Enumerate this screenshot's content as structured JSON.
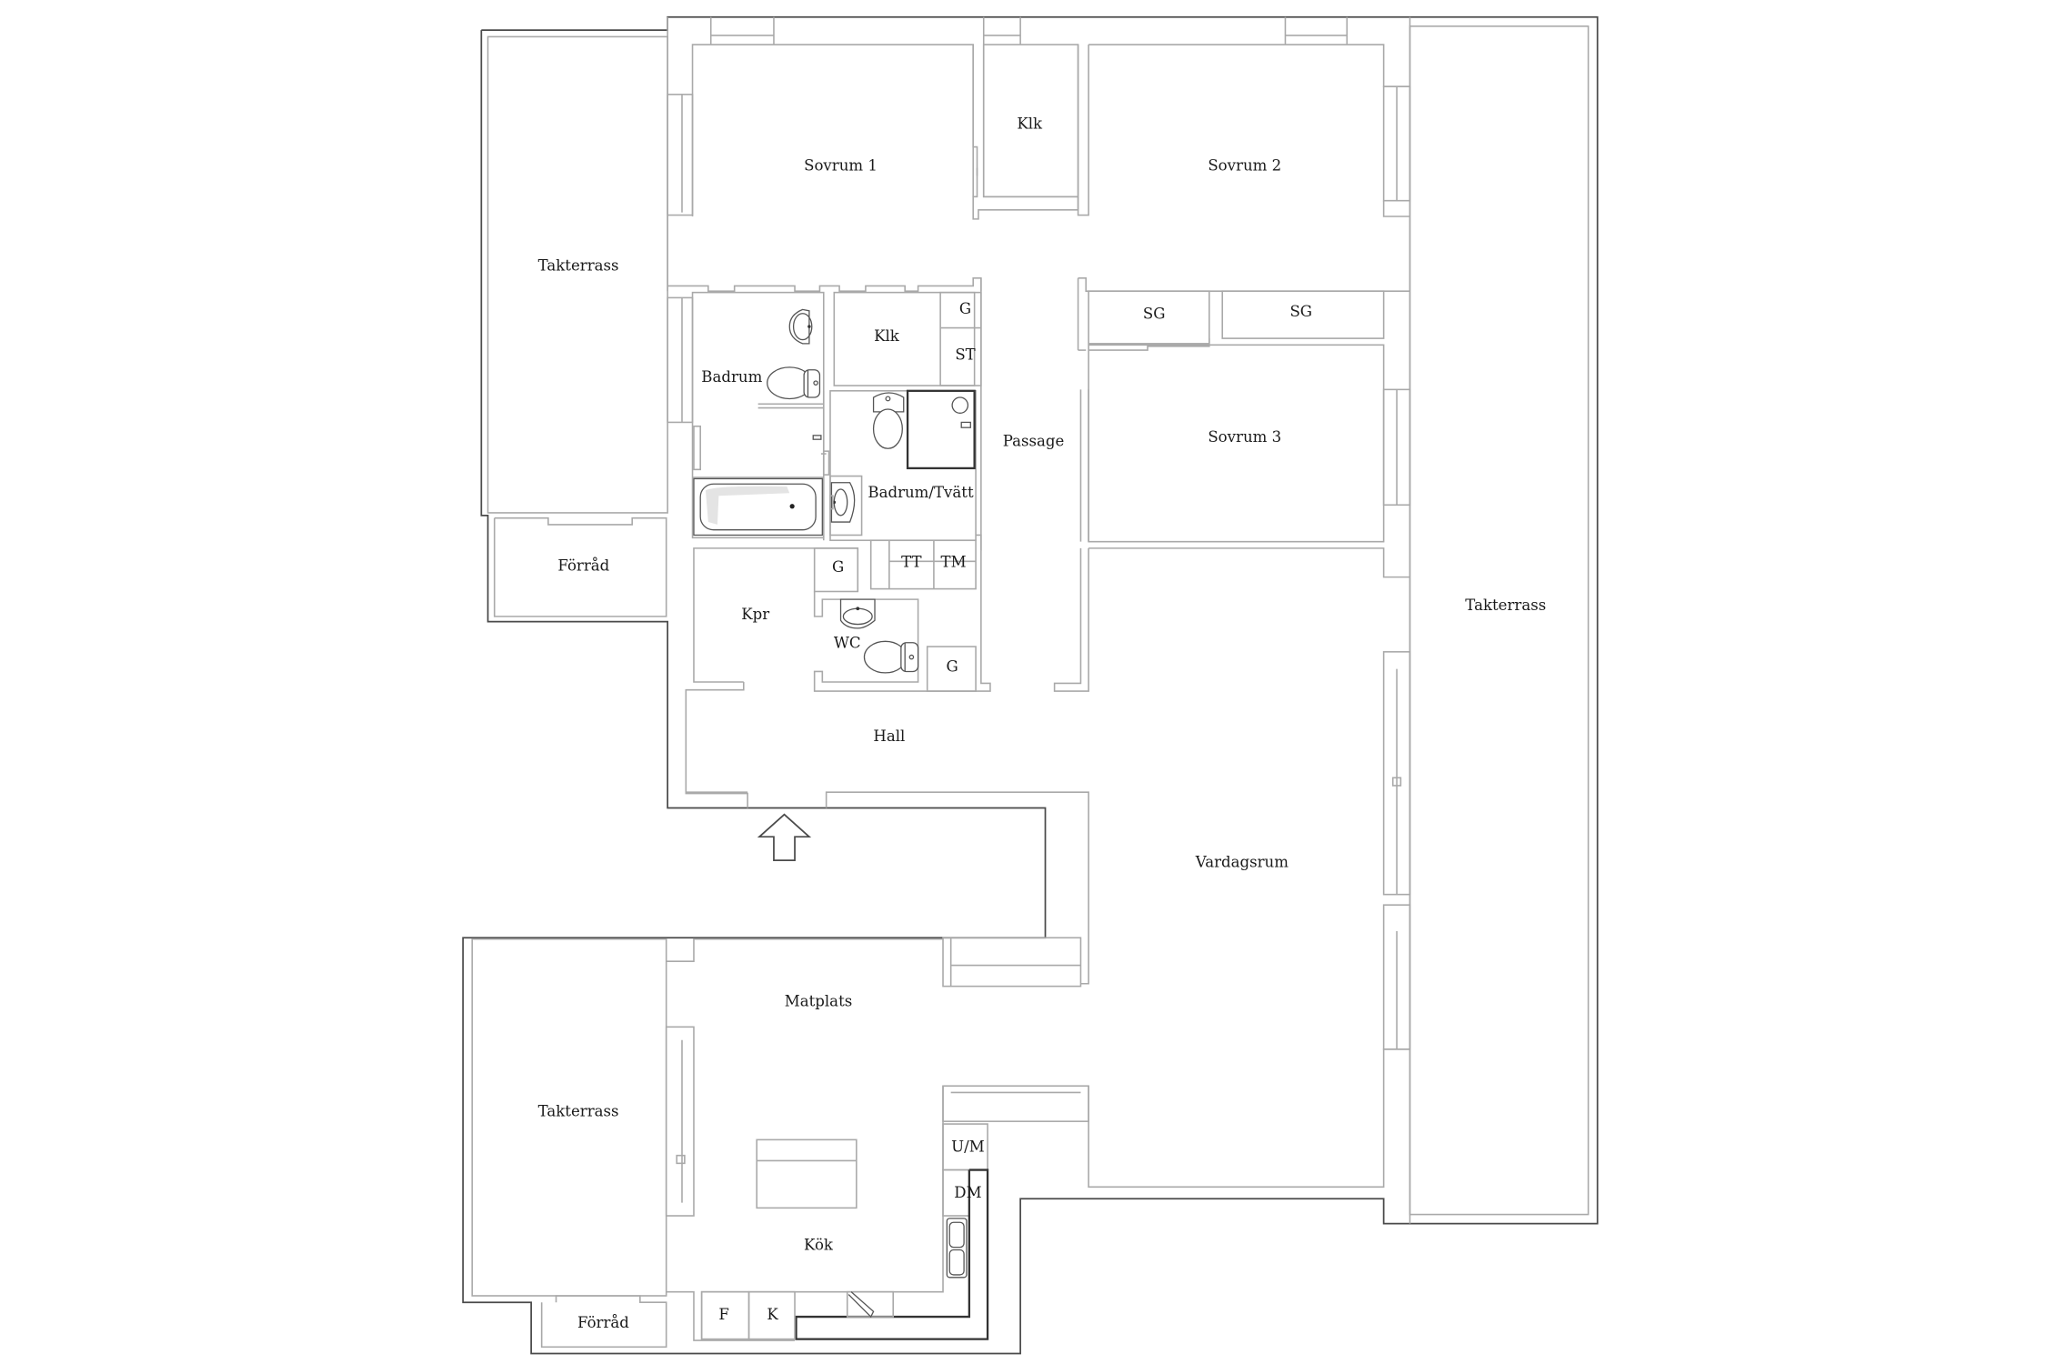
{
  "plan": {
    "type": "apartment floor plan",
    "language": "Swedish",
    "entrance_icon": "arrow-up-icon",
    "rooms": {
      "sovrum1": "Sovrum 1",
      "klk_top": "Klk",
      "sovrum2": "Sovrum 2",
      "takterrass_left_top": "Takterrass",
      "forrad_top": "Förråd",
      "badrum": "Badrum",
      "klk_mid": "Klk",
      "g_top": "G",
      "st": "ST",
      "passage": "Passage",
      "sg1": "SG",
      "sg2": "SG",
      "sovrum3": "Sovrum 3",
      "badrum_tvatt": "Badrum/Tvätt",
      "tt": "TT",
      "tm": "TM",
      "g_kpr": "G",
      "kpr": "Kpr",
      "wc": "WC",
      "g_wc": "G",
      "hall": "Hall",
      "takterrass_right": "Takterrass",
      "vardagsrum": "Vardagsrum",
      "matplats": "Matplats",
      "takterrass_left_bottom": "Takterrass",
      "um": "U/M",
      "dm": "DM",
      "kok": "Kök",
      "forrad_bottom": "Förråd",
      "f": "F",
      "k": "K"
    }
  }
}
